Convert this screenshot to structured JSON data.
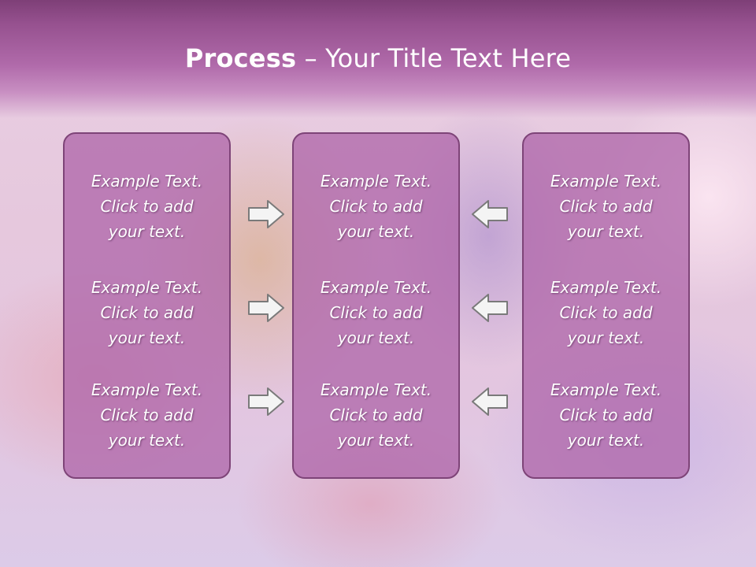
{
  "slide": {
    "title_bold": "Process",
    "title_rest": " – Your Title Text Here"
  },
  "panels": [
    {
      "blocks": [
        {
          "line1": "Example Text.",
          "line2": "Click  to add",
          "line3": "your text."
        },
        {
          "line1": "Example Text.",
          "line2": "Click  to add",
          "line3": "your text."
        },
        {
          "line1": "Example Text.",
          "line2": "Click  to add",
          "line3": "your text."
        }
      ]
    },
    {
      "blocks": [
        {
          "line1": "Example Text.",
          "line2": "Click  to add",
          "line3": "your text."
        },
        {
          "line1": "Example Text.",
          "line2": "Click  to add",
          "line3": "your text."
        },
        {
          "line1": "Example Text.",
          "line2": "Click  to add",
          "line3": "your text."
        }
      ]
    },
    {
      "blocks": [
        {
          "line1": "Example Text.",
          "line2": "Click  to add",
          "line3": "your text."
        },
        {
          "line1": "Example Text.",
          "line2": "Click  to add",
          "line3": "your text."
        },
        {
          "line1": "Example Text.",
          "line2": "Click  to add",
          "line3": "your text."
        }
      ]
    }
  ],
  "arrows": {
    "left_column": "arrow-right-icon",
    "right_column": "arrow-left-icon"
  },
  "colors": {
    "header": "#96518f",
    "panel_fill": "#b068aa",
    "panel_border": "#7e4478",
    "text": "#ffffff",
    "arrow_fill": "#f4f4f4",
    "arrow_stroke": "#7a7a7a"
  }
}
